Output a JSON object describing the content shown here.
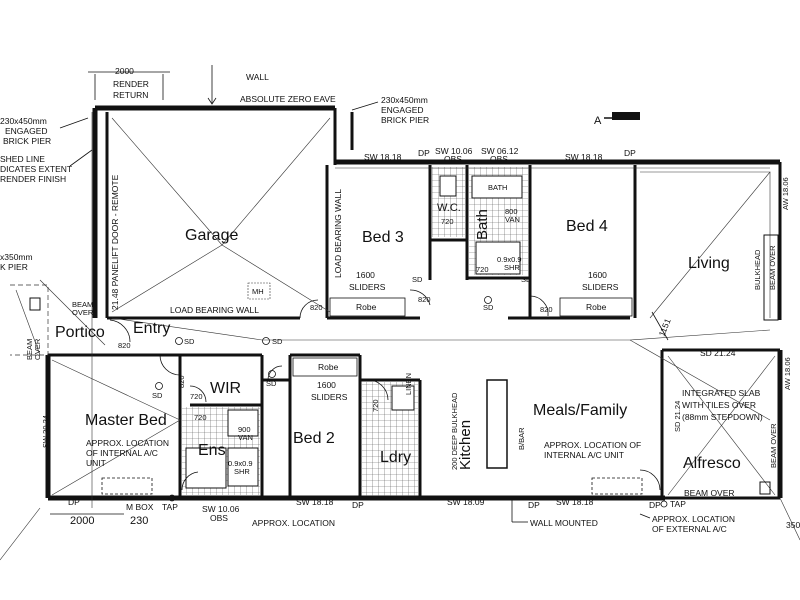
{
  "rooms": {
    "garage": "Garage",
    "bed3": "Bed 3",
    "bath": "Bath",
    "wc": "W.C.",
    "bed4": "Bed 4",
    "living": "Living",
    "portico": "Portico",
    "entry": "Entry",
    "wir": "WIR",
    "master_bed": "Master Bed",
    "ens": "Ens",
    "bed2": "Bed 2",
    "ldry": "Ldry",
    "kitchen": "Kitchen",
    "meals_family": "Meals/Family",
    "alfresco": "Alfresco"
  },
  "labels": {
    "wall": "WALL",
    "render_return_dim": "2000",
    "render": "RENDER",
    "return": "RETURN",
    "absolute_zero_eave": "ABSOLUTE ZERO EAVE",
    "pier_size_top": "230x450mm",
    "engaged_top": "ENGAGED",
    "brick_pier_top": "BRICK PIER",
    "pier_size_left": "230x450mm",
    "engaged_left": "ENGAGED",
    "brick_pier_left": "BRICK PIER",
    "shed_line": "SHED LINE",
    "indicates_extent": "DICATES EXTENT",
    "render_finish": "RENDER FINISH",
    "pier_left2": "x350mm",
    "pier_left2b": "K PIER",
    "section_marker": "A",
    "sw_top_1": "SW 18.18",
    "dp_1": "DP",
    "sw_top_2": "SW 10.06",
    "obs_1": "OBS",
    "sw_top_3": "SW 06.12",
    "obs_2": "OBS",
    "sw_top_4": "SW 18.18",
    "dp_2": "DP",
    "panelift": "21.48 PANELIFT DOOR - REMOTE",
    "load_bearing_wall_v": "LOAD BEARING WALL",
    "load_bearing_wall_h": "LOAD BEARING WALL",
    "mh": "MH",
    "bath_label": "BATH",
    "van_800": "800",
    "van_800b": "VAN",
    "shr_bath": "0.9x0.9",
    "shr_bath_b": "SHR",
    "dim_720_wc": "720",
    "dim_720_bath": "720",
    "sliders_bed3_a": "1600",
    "sliders_bed3_b": "SLIDERS",
    "sliders_bed4_a": "1600",
    "sliders_bed4_b": "SLIDERS",
    "robe_bed3": "Robe",
    "robe_bed4": "Robe",
    "robe_bed2": "Robe",
    "sd_1": "SD",
    "sd_2": "SD",
    "sd_3": "SD",
    "sd_4": "SD",
    "sd_5": "SD",
    "sd_6": "SD",
    "sd_7": "SD",
    "dim_820_garage": "820",
    "dim_820_bed3": "820",
    "dim_820_bed4": "820",
    "dim_820_entry": "820",
    "dim_820_a": "820",
    "dim_720_wir": "720",
    "dim_720_ens": "720",
    "dim_720_ldry": "720",
    "beam_over_1": "BEAM",
    "beam_over_1b": "OVER",
    "beam_over_2": "BEAM",
    "beam_over_2b": "OVER",
    "aw_top": "AW 18.06",
    "bulkhead": "BULKHEAD",
    "beam_over_right": "BEAM OVER",
    "dim_1151": "1151",
    "sw_alfresco": "SD 21.24",
    "aw_alfresco": "AW 18.06",
    "sd_alfresco": "SD 21.24",
    "integrated_slab_1": "INTEGRATED SLAB",
    "integrated_slab_2": "WITH TILES OVER",
    "integrated_slab_3": "(88mm STEPDOWN)",
    "beam_over_alfresco": "BEAM OVER",
    "beam_over_bottom": "BEAM OVER",
    "sw_left": "SW 20.24",
    "dp_left": "DP",
    "approx_ac_1a": "APPROX. LOCATION",
    "approx_ac_1b": "OF INTERNAL A/C",
    "approx_ac_1c": "UNIT",
    "approx_ac_2a": "APPROX. LOCATION OF",
    "approx_ac_2b": "INTERNAL A/C UNIT",
    "van_900": "900",
    "van_900b": "VAN",
    "shr_ens": "0.9x0.9",
    "shr_ens_b": "SHR",
    "sliders_bed2_a": "1600",
    "sliders_bed2_b": "SLIDERS",
    "linen": "LINEN",
    "bulkhead_200": "200 DEEP BULKHEAD",
    "bbar": "B/BAR",
    "sw_bot_1": "SW 10.06",
    "obs_bot": "OBS",
    "sw_bot_2": "SW 18.18",
    "dp_bot_1": "DP",
    "sw_bot_3": "SW 18.09",
    "sw_bot_4": "SW 18.18",
    "dp_bot_2": "DP",
    "dp_bot_3": "DP",
    "m_box": "M BOX",
    "tap_1": "TAP",
    "tap_2": "TAP",
    "dim_2000_bot": "2000",
    "dim_230_bot": "230",
    "approx_location_bot": "APPROX. LOCATION",
    "wall_mounted": "WALL MOUNTED",
    "approx_ext_a": "APPROX. LOCATION",
    "approx_ext_b": "OF EXTERNAL A/C",
    "dim_350": "350"
  }
}
